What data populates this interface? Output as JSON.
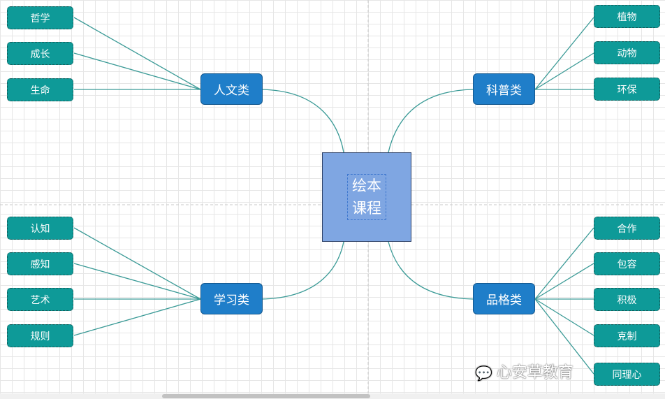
{
  "center": {
    "line1": "绘本",
    "line2": "课程"
  },
  "categories": {
    "humanities": {
      "label": "人文类",
      "leaves": [
        "哲学",
        "成长",
        "生命"
      ]
    },
    "science": {
      "label": "科普类",
      "leaves": [
        "植物",
        "动物",
        "环保"
      ]
    },
    "learning": {
      "label": "学习类",
      "leaves": [
        "认知",
        "感知",
        "艺术",
        "规则"
      ]
    },
    "character": {
      "label": "品格类",
      "leaves": [
        "合作",
        "包容",
        "积极",
        "克制",
        "同理心"
      ]
    }
  },
  "watermark": "心安草教育",
  "colors": {
    "leaf": "#0e9a98",
    "category": "#1f7ec9",
    "center": "#7fa6e2",
    "connector": "#3a9a96"
  }
}
